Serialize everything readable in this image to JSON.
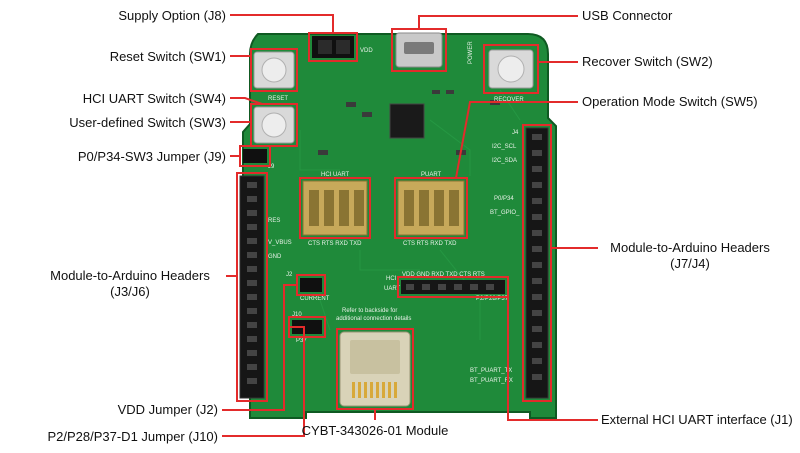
{
  "colors": {
    "background": "#ffffff",
    "board": "#1f8a3a",
    "board_dark": "#166b2c",
    "callout": "#e32b2b",
    "switch_body": "#c7a95a",
    "header_black": "#161616",
    "module": "#d9d3b8",
    "silkscreen": "#e9f2e9"
  },
  "labels": {
    "supply_option": "Supply Option (J8)",
    "reset_switch": "Reset Switch (SW1)",
    "hci_uart_switch": "HCI UART Switch (SW4)",
    "user_switch": "User-defined Switch (SW3)",
    "p0_jumper": "P0/P34-SW3 Jumper (J9)",
    "arduino_left_1": "Module-to-Arduino Headers",
    "arduino_left_2": "(J3/J6)",
    "vdd_jumper": "VDD Jumper (J2)",
    "p2_jumper": "P2/P28/P37-D1 Jumper (J10)",
    "module": "CYBT-343026-01 Module",
    "external_uart": "External HCI UART interface (J1)",
    "arduino_right_1": "Module-to-Arduino Headers",
    "arduino_right_2": "(J7/J4)",
    "operation_mode": "Operation Mode Switch (SW5)",
    "recover_switch": "Recover Switch  (SW2)",
    "usb_connector": "USB Connector"
  },
  "board_text": {
    "vdd": "VDD",
    "reset": "RESET",
    "recover": "RECOVER",
    "power": "POWER",
    "hci_uart": "HCI UART",
    "puart": "PUART",
    "hci_pins": "CTS RTS RXD TXD",
    "puart_pins": "CTS RTS RXD TXD",
    "hci_header": "VDD GND RXD TXD CTS RTS",
    "hci": "HCI",
    "uart": "UART",
    "note1": "Refer to backside for",
    "note2": "additional connection details",
    "current": "CURRENT",
    "j9": "J9",
    "j2": "J2",
    "j10": "J10",
    "p37": "P37",
    "res": "RES",
    "vbus": "V_VBUS",
    "gnd": "GND",
    "i2c_scl": "I2C_SCL",
    "i2c_sda": "I2C_SDA",
    "p0p34": "P0/P34",
    "bt_gpio": "BT_GPIO_",
    "bt_puart_tx": "BT_PUART_TX",
    "bt_puart_rx": "BT_PUART_RX",
    "p2p28": "P2/P28/P37",
    "j4": "J4"
  }
}
